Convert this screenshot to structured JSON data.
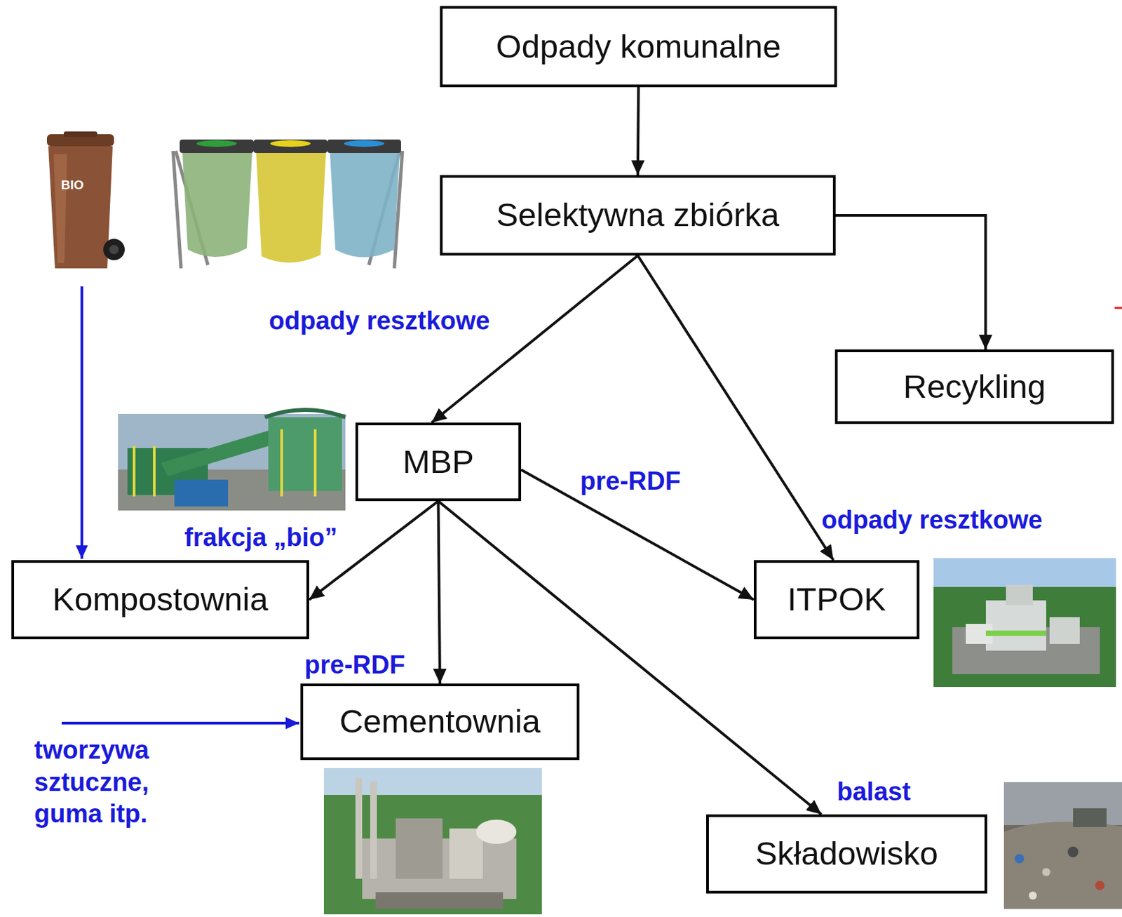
{
  "diagram": {
    "nodes": [
      {
        "text": [
          "Odpady komunalne"
        ]
      },
      {
        "text": [
          "Selektywna zbiórka"
        ]
      },
      {
        "text": [
          "Recykling"
        ]
      },
      {
        "text": [
          "MBP"
        ]
      },
      {
        "text": [
          "Kompostownia"
        ]
      },
      {
        "text": [
          "ITPOK"
        ]
      },
      {
        "text": [
          "Cementownia"
        ]
      },
      {
        "text": [
          "Składowisko"
        ]
      }
    ],
    "edges": [
      {
        "from": 0,
        "to": 1,
        "arrow": "to"
      },
      {
        "from": 1,
        "to": 2,
        "arrow": "to"
      },
      {
        "from": 1,
        "to": 3,
        "label": "odpady resztkowe",
        "arrow": "to"
      },
      {
        "from": 1,
        "to": 5,
        "label": "odpady resztkowe",
        "arrow": "to"
      },
      {
        "from": 3,
        "to": 4,
        "label": "frakcja „bio”",
        "arrow": "to"
      },
      {
        "from": 3,
        "to": 5,
        "label": "pre-RDF",
        "arrow": "to"
      },
      {
        "from": 3,
        "to": 6,
        "label": "pre-RDF",
        "arrow": "to"
      },
      {
        "from": 3,
        "to": 7,
        "label": "balast",
        "arrow": "to"
      }
    ],
    "labels": [
      "BIO",
      "tworzywa sztuczne, guma itp."
    ]
  }
}
